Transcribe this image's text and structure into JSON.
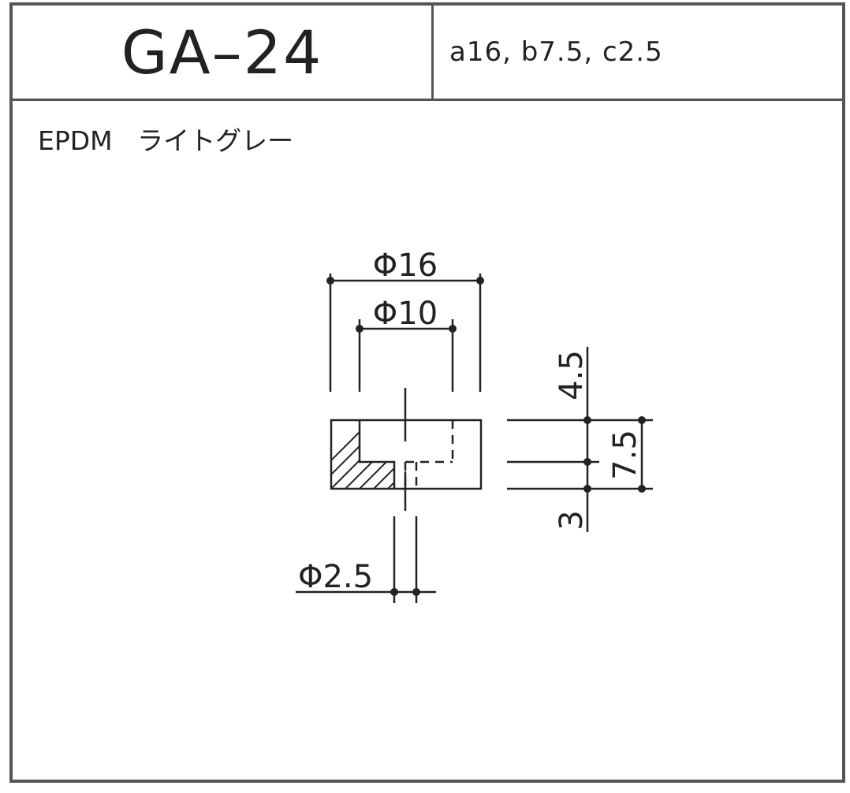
{
  "header": {
    "code": "GA–24",
    "dimensions": "a16,  b7.5,  c2.5"
  },
  "material": "EPDM   ライトグレー",
  "dimension_labels": {
    "outer_diameter": "Φ16",
    "inner_diameter": "Φ10",
    "hole_diameter": "Φ2.5",
    "top_height": "4.5",
    "total_height": "7.5",
    "bottom_height": "3"
  }
}
